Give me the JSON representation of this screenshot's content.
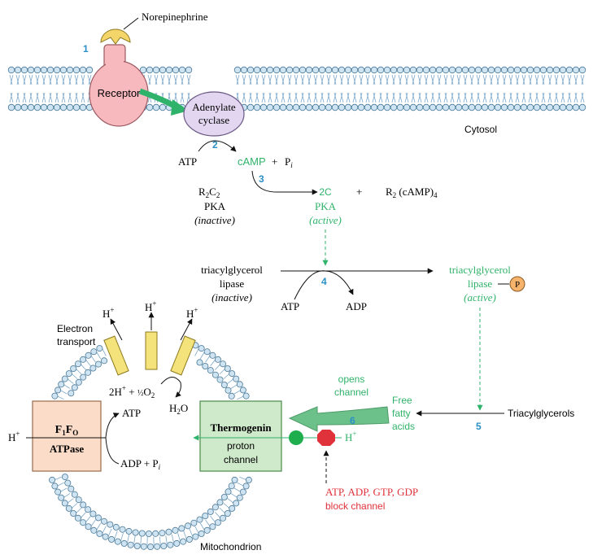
{
  "colors": {
    "green": "#2fb36a",
    "teal": "#32b5a0",
    "blue_step": "#2a8fc7",
    "red": "#e0323a",
    "receptor_fill": "#f7b8be",
    "cyclase_fill": "#e3d6f0",
    "atpase_fill": "#fbdcc8",
    "thermogenin_fill": "#cfeacb",
    "phosphate_fill": "#f6b36b",
    "channel_fill": "#f4e27a",
    "lipid_head": "#cfe4f2",
    "lipid_tail": "#7aa6c8"
  },
  "labels": {
    "norepinephrine": "Norepinephrine",
    "receptor": "Receptor",
    "adenylate_line1": "Adenylate",
    "adenylate_line2": "cyclase",
    "cytosol": "Cytosol",
    "atp_1": "ATP",
    "camp": "cAMP",
    "plus_pi_plus": "+",
    "pi": "P",
    "pi_sub": "i",
    "r2c2": "R",
    "r2c2_sub1": "2",
    "r2c2_c": "C",
    "r2c2_sub2": "2",
    "pka_inactive_name": "PKA",
    "inactive": "inactive",
    "twoc": "2C",
    "pka_active_name": "PKA",
    "active": "active",
    "plus_middle": "+",
    "r2_camp": "R",
    "r2_sub": "2",
    "r2_camp_rest": " (cAMP)",
    "r2_camp_sub": "4",
    "tag_line1": "triacylglycerol",
    "tag_line2": "lipase",
    "tag_inactive": "inactive",
    "atp_2": "ATP",
    "adp_1": "ADP",
    "tag_active_line1": "triacylglycerol",
    "tag_active_line2": "lipase",
    "tag_active": "active",
    "phosphate": "P",
    "triacylglycerols": "Triacylglycerols",
    "free_line1": "Free",
    "free_line2": "fatty",
    "free_line3": "acids",
    "opens_line1": "opens",
    "opens_line2": "channel",
    "h_plus_channel": "H",
    "plus_sup": "+",
    "block_line1": "ATP, ADP, GTP, GDP",
    "block_line2": "block channel",
    "thermogenin_line1": "Thermogenin",
    "thermogenin_line2": "proton",
    "thermogenin_line3": "channel",
    "f1f0_F": "F",
    "f1f0_sub1": "1",
    "f1f0_sub2": "O",
    "atpase": "ATPase",
    "h_plus_left": "H",
    "atp_3": "ATP",
    "adp_pi": "ADP + P",
    "adp_pi_sub": "i",
    "electron_line1": "Electron",
    "electron_line2": "transport",
    "h_top": "H",
    "two_h": "2H",
    "plus_half": " + ",
    "half": "½",
    "o2": "O",
    "o2_sub": "2",
    "h2o": "H",
    "h2o_sub": "2",
    "h2o_o": "O",
    "mitochondrion": "Mitochondrion"
  },
  "steps": [
    "1",
    "2",
    "3",
    "4",
    "5",
    "6"
  ],
  "icons": {
    "norepinephrine": "norepinephrine-ligand-icon",
    "phosphate": "phosphate-circle-icon",
    "open_channel": "open-channel-green-icon",
    "blocked_channel": "blocked-channel-red-octagon-icon"
  }
}
